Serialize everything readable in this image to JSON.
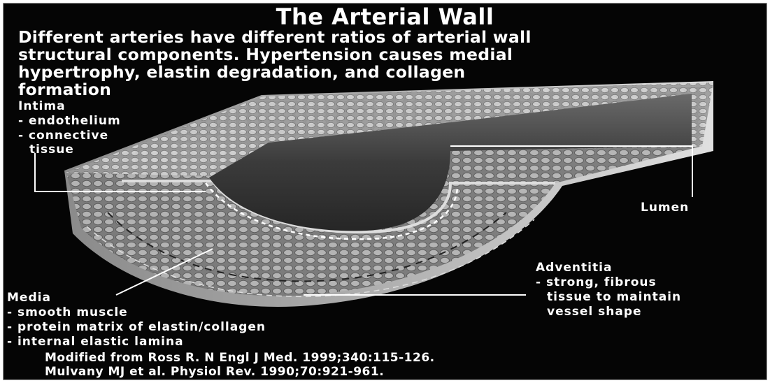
{
  "title": "The Arterial Wall",
  "subtitle_lines": [
    "Different arteries have different ratios of arterial wall",
    "structural components. Hypertension causes medial",
    "hypertrophy, elastin degradation, and collagen",
    "formation"
  ],
  "labels": {
    "intima": {
      "heading": "Intima",
      "lines": [
        "- endothelium",
        "- connective",
        "  tissue"
      ]
    },
    "lumen": {
      "heading": "Lumen"
    },
    "adventitia": {
      "heading": "Adventitia",
      "lines": [
        "- strong, fibrous",
        "  tissue to maintain",
        "  vessel shape"
      ]
    },
    "media": {
      "heading": "Media",
      "lines": [
        "- smooth muscle",
        "- protein matrix of elastin/collagen",
        "- internal elastic lamina"
      ]
    }
  },
  "citations": [
    "Modified from Ross R. N Engl J Med. 1999;340:115-126.",
    "Mulvany MJ et al. Physiol Rev. 1990;70:921-961."
  ],
  "colors": {
    "background": "#050505",
    "text": "#ffffff",
    "lumen_dark": "#2f2f2f",
    "wall_light": "#c8c8c8",
    "wall_mid": "#8c8c8c"
  }
}
